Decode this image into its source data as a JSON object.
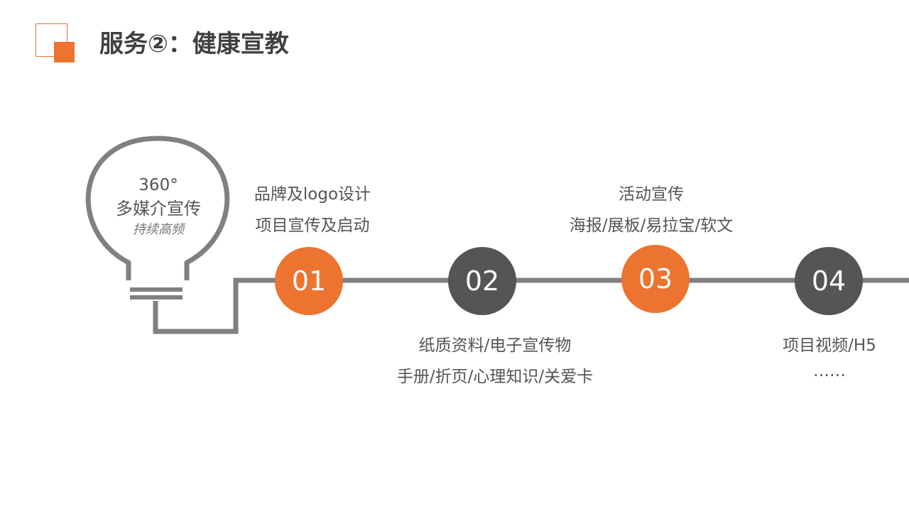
{
  "header": {
    "title": "服务②：健康宣教"
  },
  "bulb": {
    "line1": "360°",
    "line2": "多媒介宣传",
    "line3": "持续高频"
  },
  "steps": [
    {
      "number": "01",
      "lines": [
        "品牌及logo设计",
        "项目宣传及启动"
      ]
    },
    {
      "number": "02",
      "lines": [
        "纸质资料/电子宣传物",
        "手册/折页/心理知识/关爱卡"
      ]
    },
    {
      "number": "03",
      "lines": [
        "活动宣传",
        "海报/展板/易拉宝/软文"
      ]
    },
    {
      "number": "04",
      "lines": [
        "项目视频/H5",
        "……"
      ]
    }
  ],
  "colors": {
    "accent": "#ED7330",
    "dark": "#555555",
    "line": "#808080"
  }
}
